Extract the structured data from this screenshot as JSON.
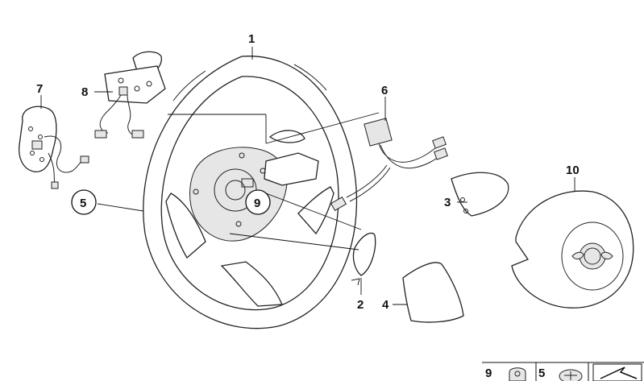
{
  "callouts": {
    "c1": "1",
    "c2": "2",
    "c3": "3",
    "c4": "4",
    "c5": "5",
    "c6": "6",
    "c7": "7",
    "c8": "8",
    "c9": "9",
    "c10": "10"
  },
  "legend": {
    "item_9": "9",
    "item_5": "5"
  }
}
